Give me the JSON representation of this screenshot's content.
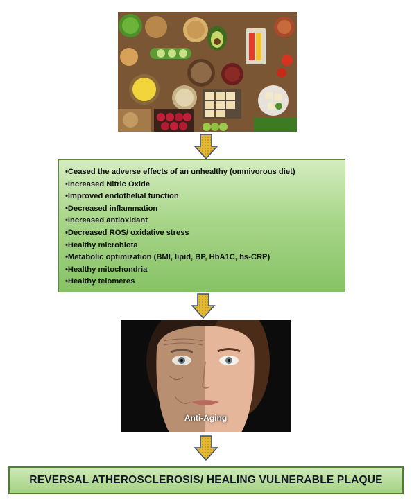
{
  "food_image": {
    "icon": "healthy-plant-foods-photo"
  },
  "arrows": {
    "icon": "down-arrow-icon",
    "fill_color": "#e2b934",
    "stroke_color": "#3a4f7a"
  },
  "benefits": {
    "items": [
      "•Ceased the adverse effects of an unhealthy (omnivorous diet)",
      "•Increased Nitric Oxide",
      "•Improved endothelial function",
      "•Decreased inflammation",
      "•Increased antioxidant",
      "•Decreased ROS/ oxidative stress",
      "•Healthy microbiota",
      "•Metabolic optimization (BMI, lipid, BP, HbA1C, hs-CRP)",
      "•Healthy mitochondria",
      "•Healthy telomeres"
    ]
  },
  "face_image": {
    "icon": "aging-face-photo",
    "caption": "Anti-Aging"
  },
  "conclusion": {
    "text": "REVERSAL ATHEROSCLEROSIS/ HEALING VULNERABLE PLAQUE"
  }
}
